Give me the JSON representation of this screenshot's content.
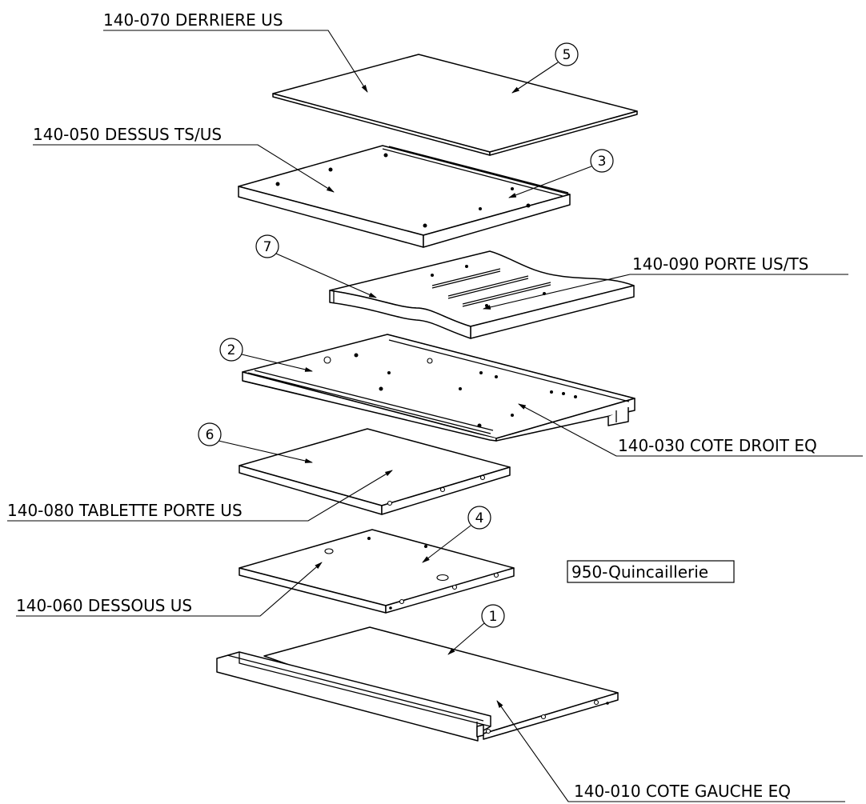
{
  "labels": {
    "p5": "140-070 DERRIERE US",
    "p3": "140-050 DESSUS TS/US",
    "p7": "140-090 PORTE US/TS",
    "p2": "140-030 COTE DROIT EQ",
    "p6": "140-080 TABLETTE PORTE US",
    "p4": "140-060 DESSOUS US",
    "p1": "140-010 COTE GAUCHE EQ"
  },
  "balloons": {
    "b5": "5",
    "b3": "3",
    "b7": "7",
    "b2": "2",
    "b6": "6",
    "b4": "4",
    "b1": "1"
  },
  "hardware": "950-Quincaillerie"
}
